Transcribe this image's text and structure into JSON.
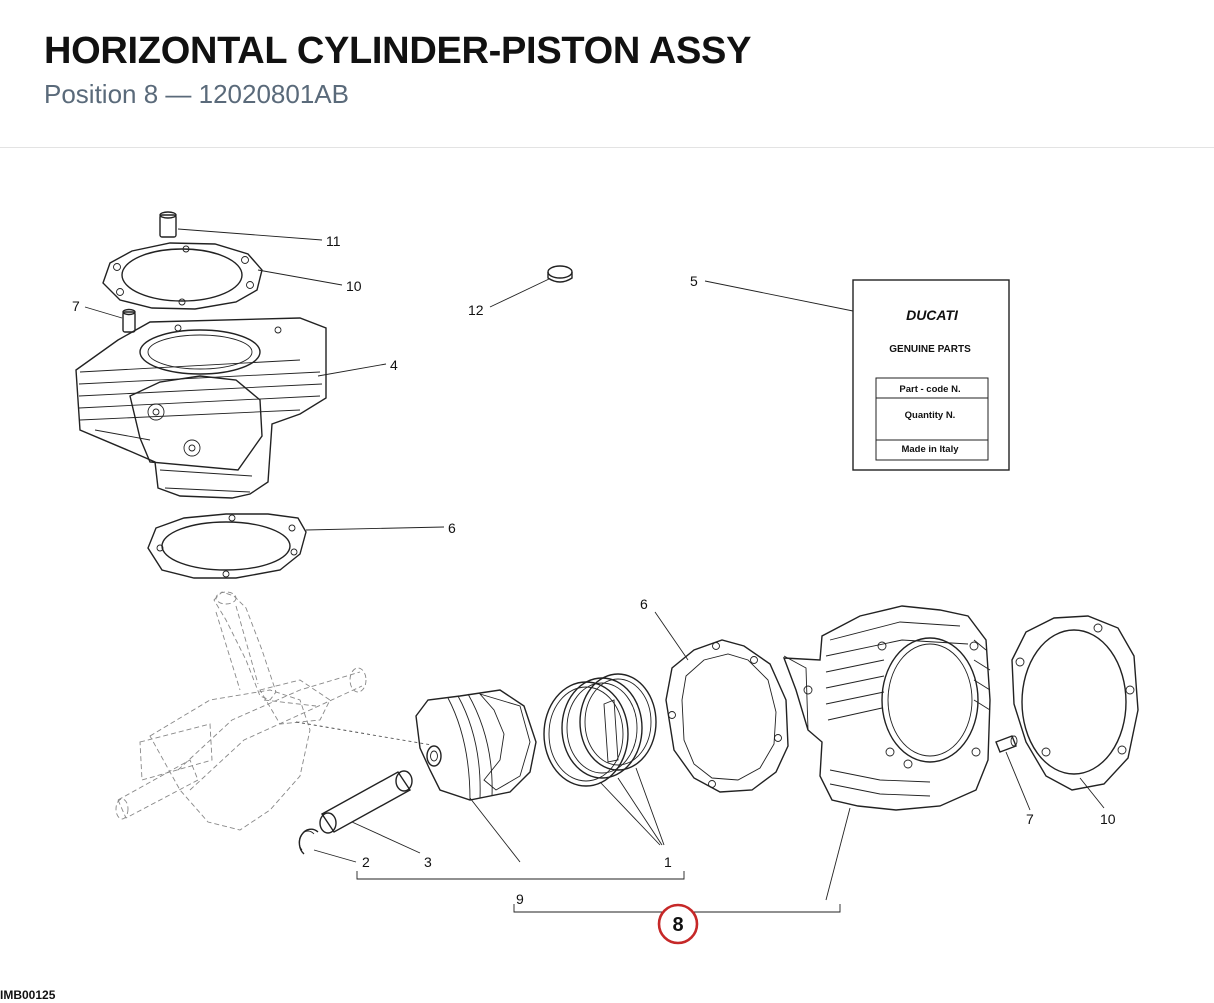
{
  "header": {
    "title": "HORIZONTAL CYLINDER-PISTON ASSY",
    "subtitle": "Position 8 — 12020801AB"
  },
  "callouts": {
    "c11": "11",
    "c10_top": "10",
    "c7_top": "7",
    "c12": "12",
    "c5": "5",
    "c4": "4",
    "c6_top": "6",
    "c6_bottom": "6",
    "c2": "2",
    "c3": "3",
    "c1": "1",
    "c9": "9",
    "c7_bottom": "7",
    "c10_bottom": "10",
    "c8_highlight": "8"
  },
  "label_card": {
    "brand": "DUCATI",
    "genuine": "GENUINE PARTS",
    "rows": [
      "Part - code N.",
      "Quantity N.",
      "Made in Italy"
    ]
  },
  "footer": {
    "code": "IMB00125"
  },
  "colors": {
    "highlight": "#c62828",
    "subtitle": "#5a6a7a",
    "ink": "#222222"
  }
}
